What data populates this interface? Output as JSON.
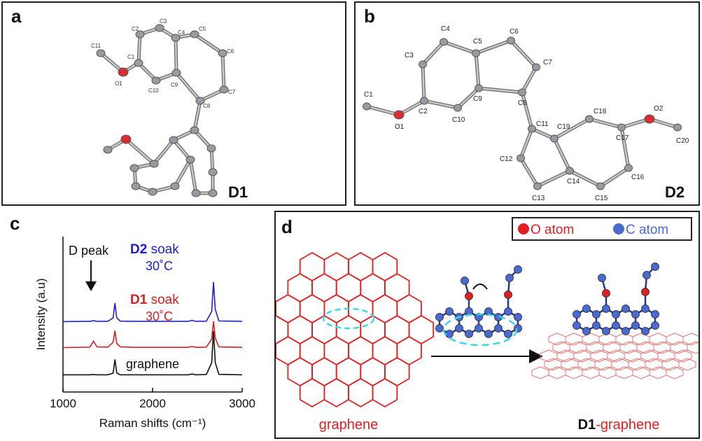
{
  "panel_a": {
    "label": "a",
    "name": "D1",
    "atom_labels": [
      "C11",
      "C2",
      "C3",
      "C4",
      "C5",
      "C1",
      "C6",
      "O1",
      "C10",
      "C9",
      "C7",
      "C8"
    ]
  },
  "panel_b": {
    "label": "b",
    "name": "D2",
    "atom_labels": [
      "C4",
      "C5",
      "C6",
      "C3",
      "C7",
      "C1",
      "C2",
      "C9",
      "C8",
      "O1",
      "C10",
      "C11",
      "C19",
      "C18",
      "O2",
      "C17",
      "C20",
      "C12",
      "C14",
      "C16",
      "C13",
      "C15"
    ]
  },
  "panel_c": {
    "label": "c",
    "annotation": "D peak",
    "trace_labels": [
      {
        "bold": "D2",
        "rest": " soak",
        "temp": "30˚C",
        "color": "#2020c8"
      },
      {
        "bold": "D1",
        "rest": " soak",
        "temp": "30˚C",
        "color": "#d82020"
      },
      {
        "bold": "",
        "rest": "graphene",
        "temp": "",
        "color": "#111111"
      }
    ]
  },
  "panel_d": {
    "label": "d",
    "legend": [
      {
        "text": "O atom",
        "color": "#e02020"
      },
      {
        "text": "C atom",
        "color": "#4a6ad0"
      }
    ],
    "left_caption": "graphene",
    "right_caption_bold": "D1",
    "right_caption_rest": "-graphene"
  },
  "chart_data": {
    "type": "line",
    "xlabel": "Raman shifts (cm⁻¹)",
    "ylabel": "Intensity (a.u)",
    "xlim": [
      1000,
      3000
    ],
    "xticks": [
      1000,
      2000,
      3000
    ],
    "grid": false,
    "series": [
      {
        "name": "D2 soak 30˚C",
        "color": "#2020c8",
        "offset": 2.0,
        "x": [
          1000,
          1300,
          1340,
          1380,
          1500,
          1560,
          1580,
          1600,
          1640,
          1800,
          2400,
          2440,
          2480,
          2600,
          2660,
          2680,
          2700,
          2740,
          3000
        ],
        "y": [
          0.02,
          0.03,
          0.06,
          0.03,
          0.03,
          0.2,
          0.9,
          0.2,
          0.04,
          0.03,
          0.03,
          0.08,
          0.03,
          0.04,
          0.5,
          1.9,
          0.6,
          0.05,
          0.03
        ]
      },
      {
        "name": "D1 soak 30˚C",
        "color": "#d82020",
        "offset": 1.0,
        "x": [
          1000,
          1300,
          1340,
          1380,
          1500,
          1560,
          1580,
          1600,
          1640,
          1800,
          2400,
          2440,
          2480,
          2600,
          2660,
          2680,
          2700,
          2740,
          3000
        ],
        "y": [
          0.05,
          0.07,
          0.35,
          0.08,
          0.07,
          0.3,
          0.85,
          0.25,
          0.08,
          0.06,
          0.06,
          0.1,
          0.06,
          0.07,
          0.45,
          1.3,
          0.5,
          0.08,
          0.06
        ]
      },
      {
        "name": "graphene",
        "color": "#111111",
        "offset": 0.0,
        "x": [
          1000,
          1300,
          1340,
          1380,
          1500,
          1560,
          1580,
          1600,
          1640,
          1800,
          2400,
          2440,
          2480,
          2600,
          2660,
          2680,
          2700,
          2740,
          3000
        ],
        "y": [
          0.02,
          0.02,
          0.03,
          0.02,
          0.02,
          0.1,
          0.75,
          0.1,
          0.02,
          0.02,
          0.02,
          0.06,
          0.02,
          0.03,
          0.6,
          2.1,
          0.6,
          0.04,
          0.02
        ]
      }
    ]
  }
}
